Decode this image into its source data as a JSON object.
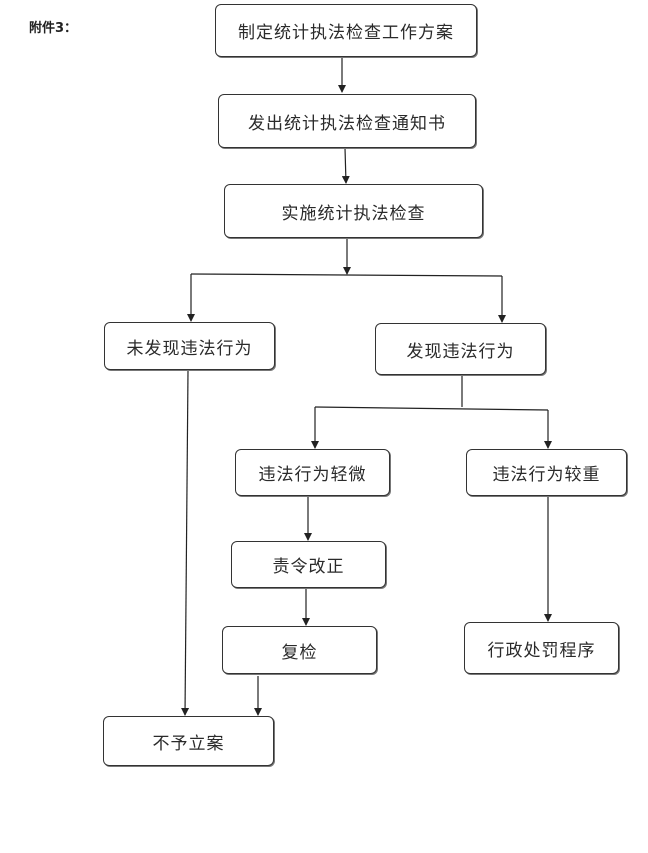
{
  "attachment_label": "附件3：",
  "nodes": {
    "plan": "制定统计执法检查工作方案",
    "notice": "发出统计执法检查通知书",
    "inspect": "实施统计执法检查",
    "no_violation": "未发现违法行为",
    "violation": "发现违法行为",
    "minor": "违法行为轻微",
    "serious": "违法行为较重",
    "correct": "责令改正",
    "recheck": "复检",
    "penalty": "行政处罚程序",
    "no_case": "不予立案"
  },
  "colors": {
    "line": "#222222",
    "box_border": "#333333"
  }
}
